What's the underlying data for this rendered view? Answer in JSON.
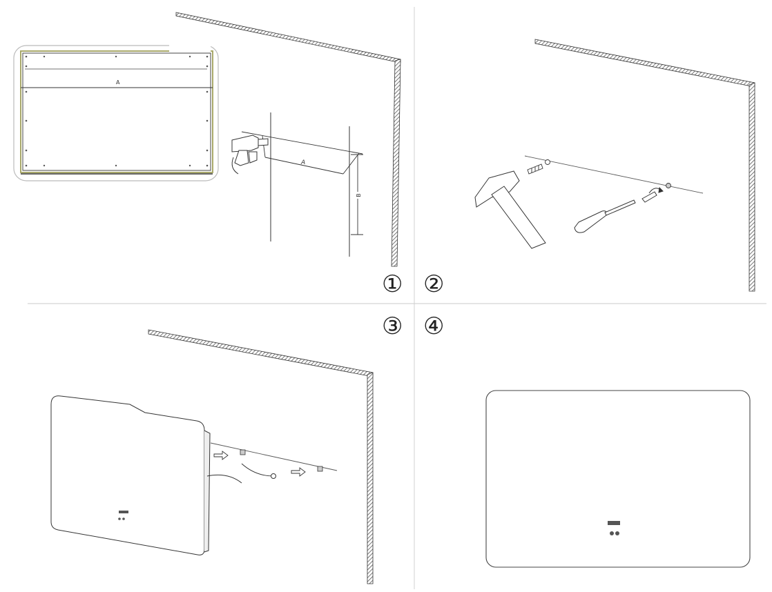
{
  "steps": [
    {
      "number": "①"
    },
    {
      "number": "②"
    },
    {
      "number": "③"
    },
    {
      "number": "④"
    }
  ],
  "dimensions": {
    "a_label": "A",
    "b_label": "B"
  },
  "colors": {
    "line": "#3a3a3a",
    "hatch": "#555555",
    "frame_accent": "#a8a86a",
    "divider": "#c8c8c8"
  }
}
